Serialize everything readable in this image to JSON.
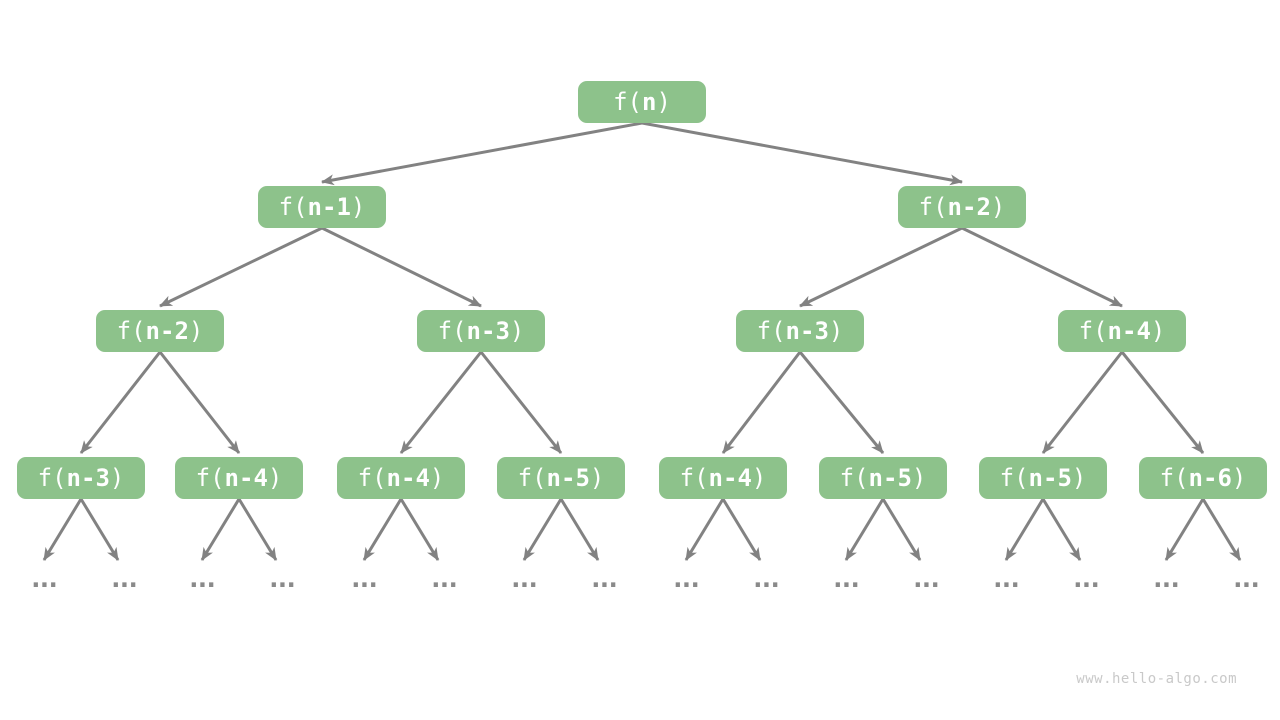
{
  "title": "recursion-tree-of-fibonacci",
  "colors": {
    "node_fill": "#8DC28B",
    "node_text": "#FFFFFF",
    "edge": "#828282",
    "leaf_dots": "#8A8A8A",
    "watermark_text": "#C9C9C9",
    "background": "#FFFFFF"
  },
  "nodes": [
    {
      "level": 1,
      "pre": "f(",
      "arg": "n",
      "post": ")"
    },
    {
      "level": 2,
      "pre": "f(",
      "arg": "n-1",
      "post": ")"
    },
    {
      "level": 2,
      "pre": "f(",
      "arg": "n-2",
      "post": ")"
    },
    {
      "level": 3,
      "pre": "f(",
      "arg": "n-2",
      "post": ")"
    },
    {
      "level": 3,
      "pre": "f(",
      "arg": "n-3",
      "post": ")"
    },
    {
      "level": 3,
      "pre": "f(",
      "arg": "n-3",
      "post": ")"
    },
    {
      "level": 3,
      "pre": "f(",
      "arg": "n-4",
      "post": ")"
    },
    {
      "level": 4,
      "pre": "f(",
      "arg": "n-3",
      "post": ")"
    },
    {
      "level": 4,
      "pre": "f(",
      "arg": "n-4",
      "post": ")"
    },
    {
      "level": 4,
      "pre": "f(",
      "arg": "n-4",
      "post": ")"
    },
    {
      "level": 4,
      "pre": "f(",
      "arg": "n-5",
      "post": ")"
    },
    {
      "level": 4,
      "pre": "f(",
      "arg": "n-4",
      "post": ")"
    },
    {
      "level": 4,
      "pre": "f(",
      "arg": "n-5",
      "post": ")"
    },
    {
      "level": 4,
      "pre": "f(",
      "arg": "n-5",
      "post": ")"
    },
    {
      "level": 4,
      "pre": "f(",
      "arg": "n-6",
      "post": ")"
    }
  ],
  "ellipsis": "...",
  "watermark": "www.hello-algo.com"
}
